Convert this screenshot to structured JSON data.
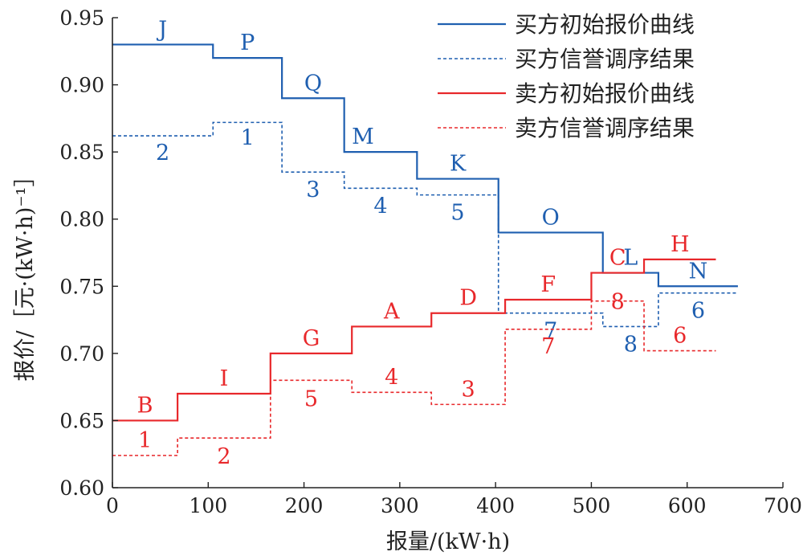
{
  "chart_data": {
    "type": "line",
    "step": true,
    "xlabel": "报量/(kW·h)",
    "ylabel": "报价/［元·(kW·h)⁻¹］",
    "xlim": [
      0,
      700
    ],
    "ylim": [
      0.6,
      0.95
    ],
    "xticks": [
      "0",
      "100",
      "200",
      "300",
      "400",
      "500",
      "600",
      "700"
    ],
    "yticks": [
      "0.60",
      "0.65",
      "0.70",
      "0.75",
      "0.80",
      "0.85",
      "0.90",
      "0.95"
    ],
    "grid": false,
    "legend": "top-right",
    "colors": {
      "buyer": "#1f5fb0",
      "seller": "#e8282b"
    },
    "series": [
      {
        "name": "买方初始报价曲线",
        "color": "#1f5fb0",
        "style": "solid",
        "segments": [
          {
            "label": "J",
            "x0": 0,
            "x1": 105,
            "y": 0.93
          },
          {
            "label": "P",
            "x0": 105,
            "x1": 177,
            "y": 0.92
          },
          {
            "label": "Q",
            "x0": 177,
            "x1": 242,
            "y": 0.89
          },
          {
            "label": "M",
            "x0": 242,
            "x1": 318,
            "y": 0.85
          },
          {
            "label": "K",
            "x0": 318,
            "x1": 403,
            "y": 0.83
          },
          {
            "label": "O",
            "x0": 403,
            "x1": 512,
            "y": 0.79
          },
          {
            "label": "L",
            "x0": 512,
            "x1": 570,
            "y": 0.76
          },
          {
            "label": "N",
            "x0": 570,
            "x1": 653,
            "y": 0.75
          }
        ]
      },
      {
        "name": "买方信誉调序结果",
        "color": "#1f5fb0",
        "style": "dashed",
        "segments": [
          {
            "label": "2",
            "x0": 0,
            "x1": 105,
            "y": 0.862
          },
          {
            "label": "1",
            "x0": 105,
            "x1": 177,
            "y": 0.872
          },
          {
            "label": "3",
            "x0": 177,
            "x1": 242,
            "y": 0.835
          },
          {
            "label": "4",
            "x0": 242,
            "x1": 318,
            "y": 0.823
          },
          {
            "label": "5",
            "x0": 318,
            "x1": 403,
            "y": 0.818
          },
          {
            "label": "7",
            "x0": 403,
            "x1": 512,
            "y": 0.73
          },
          {
            "label": "8",
            "x0": 512,
            "x1": 570,
            "y": 0.72
          },
          {
            "label": "6",
            "x0": 570,
            "x1": 653,
            "y": 0.745
          }
        ]
      },
      {
        "name": "卖方初始报价曲线",
        "color": "#e8282b",
        "style": "solid",
        "segments": [
          {
            "label": "B",
            "x0": 0,
            "x1": 68,
            "y": 0.65
          },
          {
            "label": "I",
            "x0": 68,
            "x1": 165,
            "y": 0.67
          },
          {
            "label": "G",
            "x0": 165,
            "x1": 250,
            "y": 0.7
          },
          {
            "label": "A",
            "x0": 250,
            "x1": 333,
            "y": 0.72
          },
          {
            "label": "D",
            "x0": 333,
            "x1": 410,
            "y": 0.73
          },
          {
            "label": "F",
            "x0": 410,
            "x1": 500,
            "y": 0.74
          },
          {
            "label": "C",
            "x0": 500,
            "x1": 555,
            "y": 0.76
          },
          {
            "label": "H",
            "x0": 555,
            "x1": 630,
            "y": 0.77
          }
        ]
      },
      {
        "name": "卖方信誉调序结果",
        "color": "#e8282b",
        "style": "dashed",
        "segments": [
          {
            "label": "1",
            "x0": 0,
            "x1": 68,
            "y": 0.624
          },
          {
            "label": "2",
            "x0": 68,
            "x1": 165,
            "y": 0.637
          },
          {
            "label": "5",
            "x0": 165,
            "x1": 250,
            "y": 0.68
          },
          {
            "label": "4",
            "x0": 250,
            "x1": 333,
            "y": 0.671
          },
          {
            "label": "3",
            "x0": 333,
            "x1": 410,
            "y": 0.662
          },
          {
            "label": "7",
            "x0": 410,
            "x1": 500,
            "y": 0.718
          },
          {
            "label": "8",
            "x0": 500,
            "x1": 555,
            "y": 0.739
          },
          {
            "label": "6",
            "x0": 555,
            "x1": 630,
            "y": 0.702
          }
        ]
      }
    ]
  }
}
